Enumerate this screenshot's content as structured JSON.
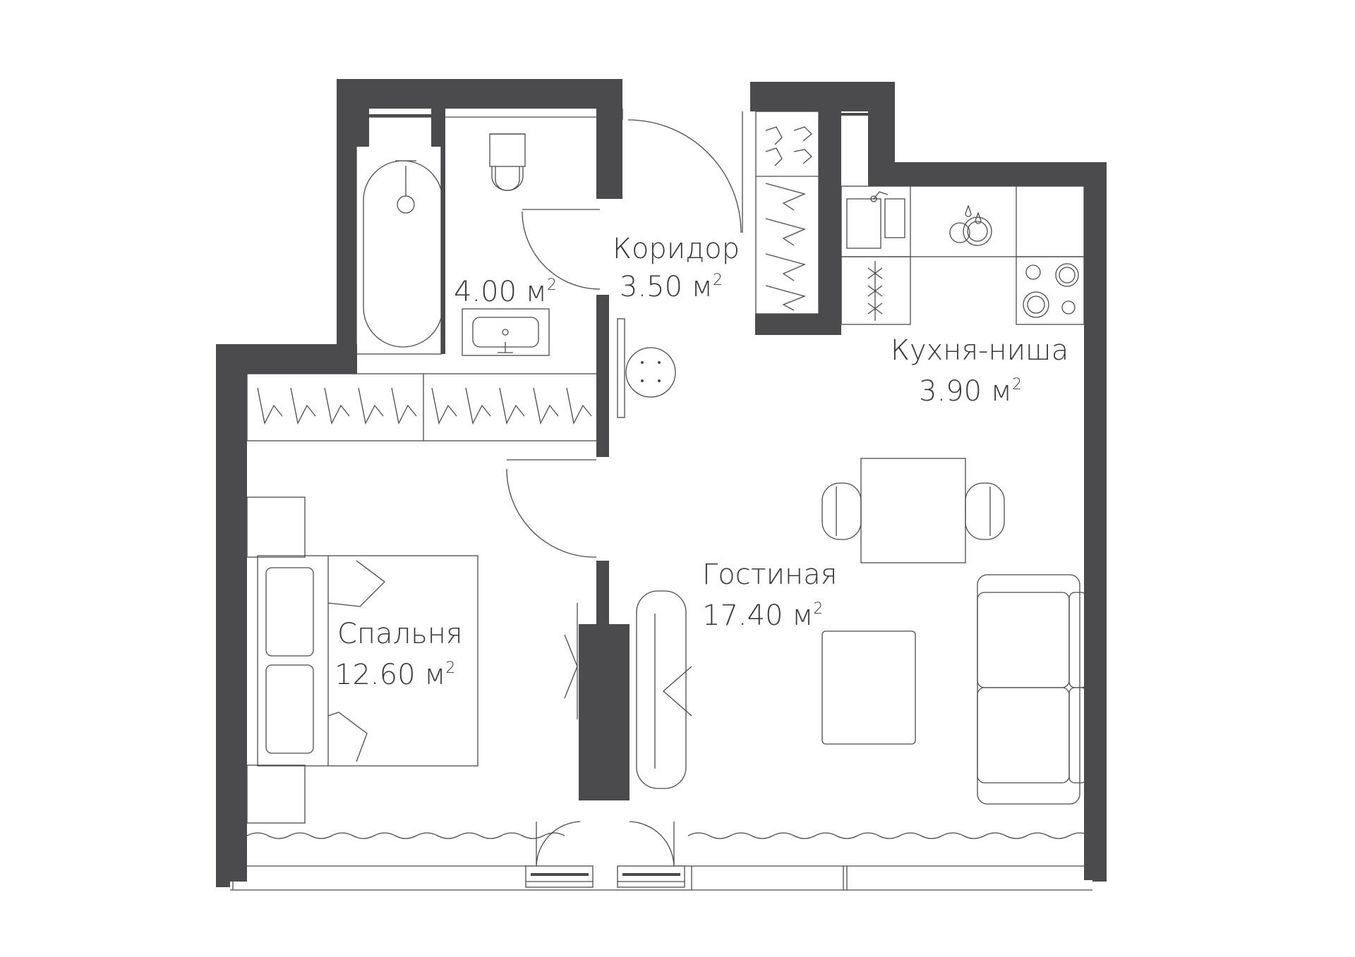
{
  "rooms": [
    {
      "id": "bathroom",
      "name": "",
      "area": "4.00 м",
      "unit_sup": "2"
    },
    {
      "id": "corridor",
      "name": "Коридор",
      "area": "3.50 м",
      "unit_sup": "2"
    },
    {
      "id": "kitchen",
      "name": "Кухня-ниша",
      "area": "3.90 м",
      "unit_sup": "2"
    },
    {
      "id": "living",
      "name": "Гостиная",
      "area": "17.40 м",
      "unit_sup": "2"
    },
    {
      "id": "bedroom",
      "name": "Спальня",
      "area": "12.60 м",
      "unit_sup": "2"
    }
  ],
  "colors": {
    "wall": "#4b4b4d",
    "background": "#ffffff",
    "text": "#3a3a3c"
  }
}
